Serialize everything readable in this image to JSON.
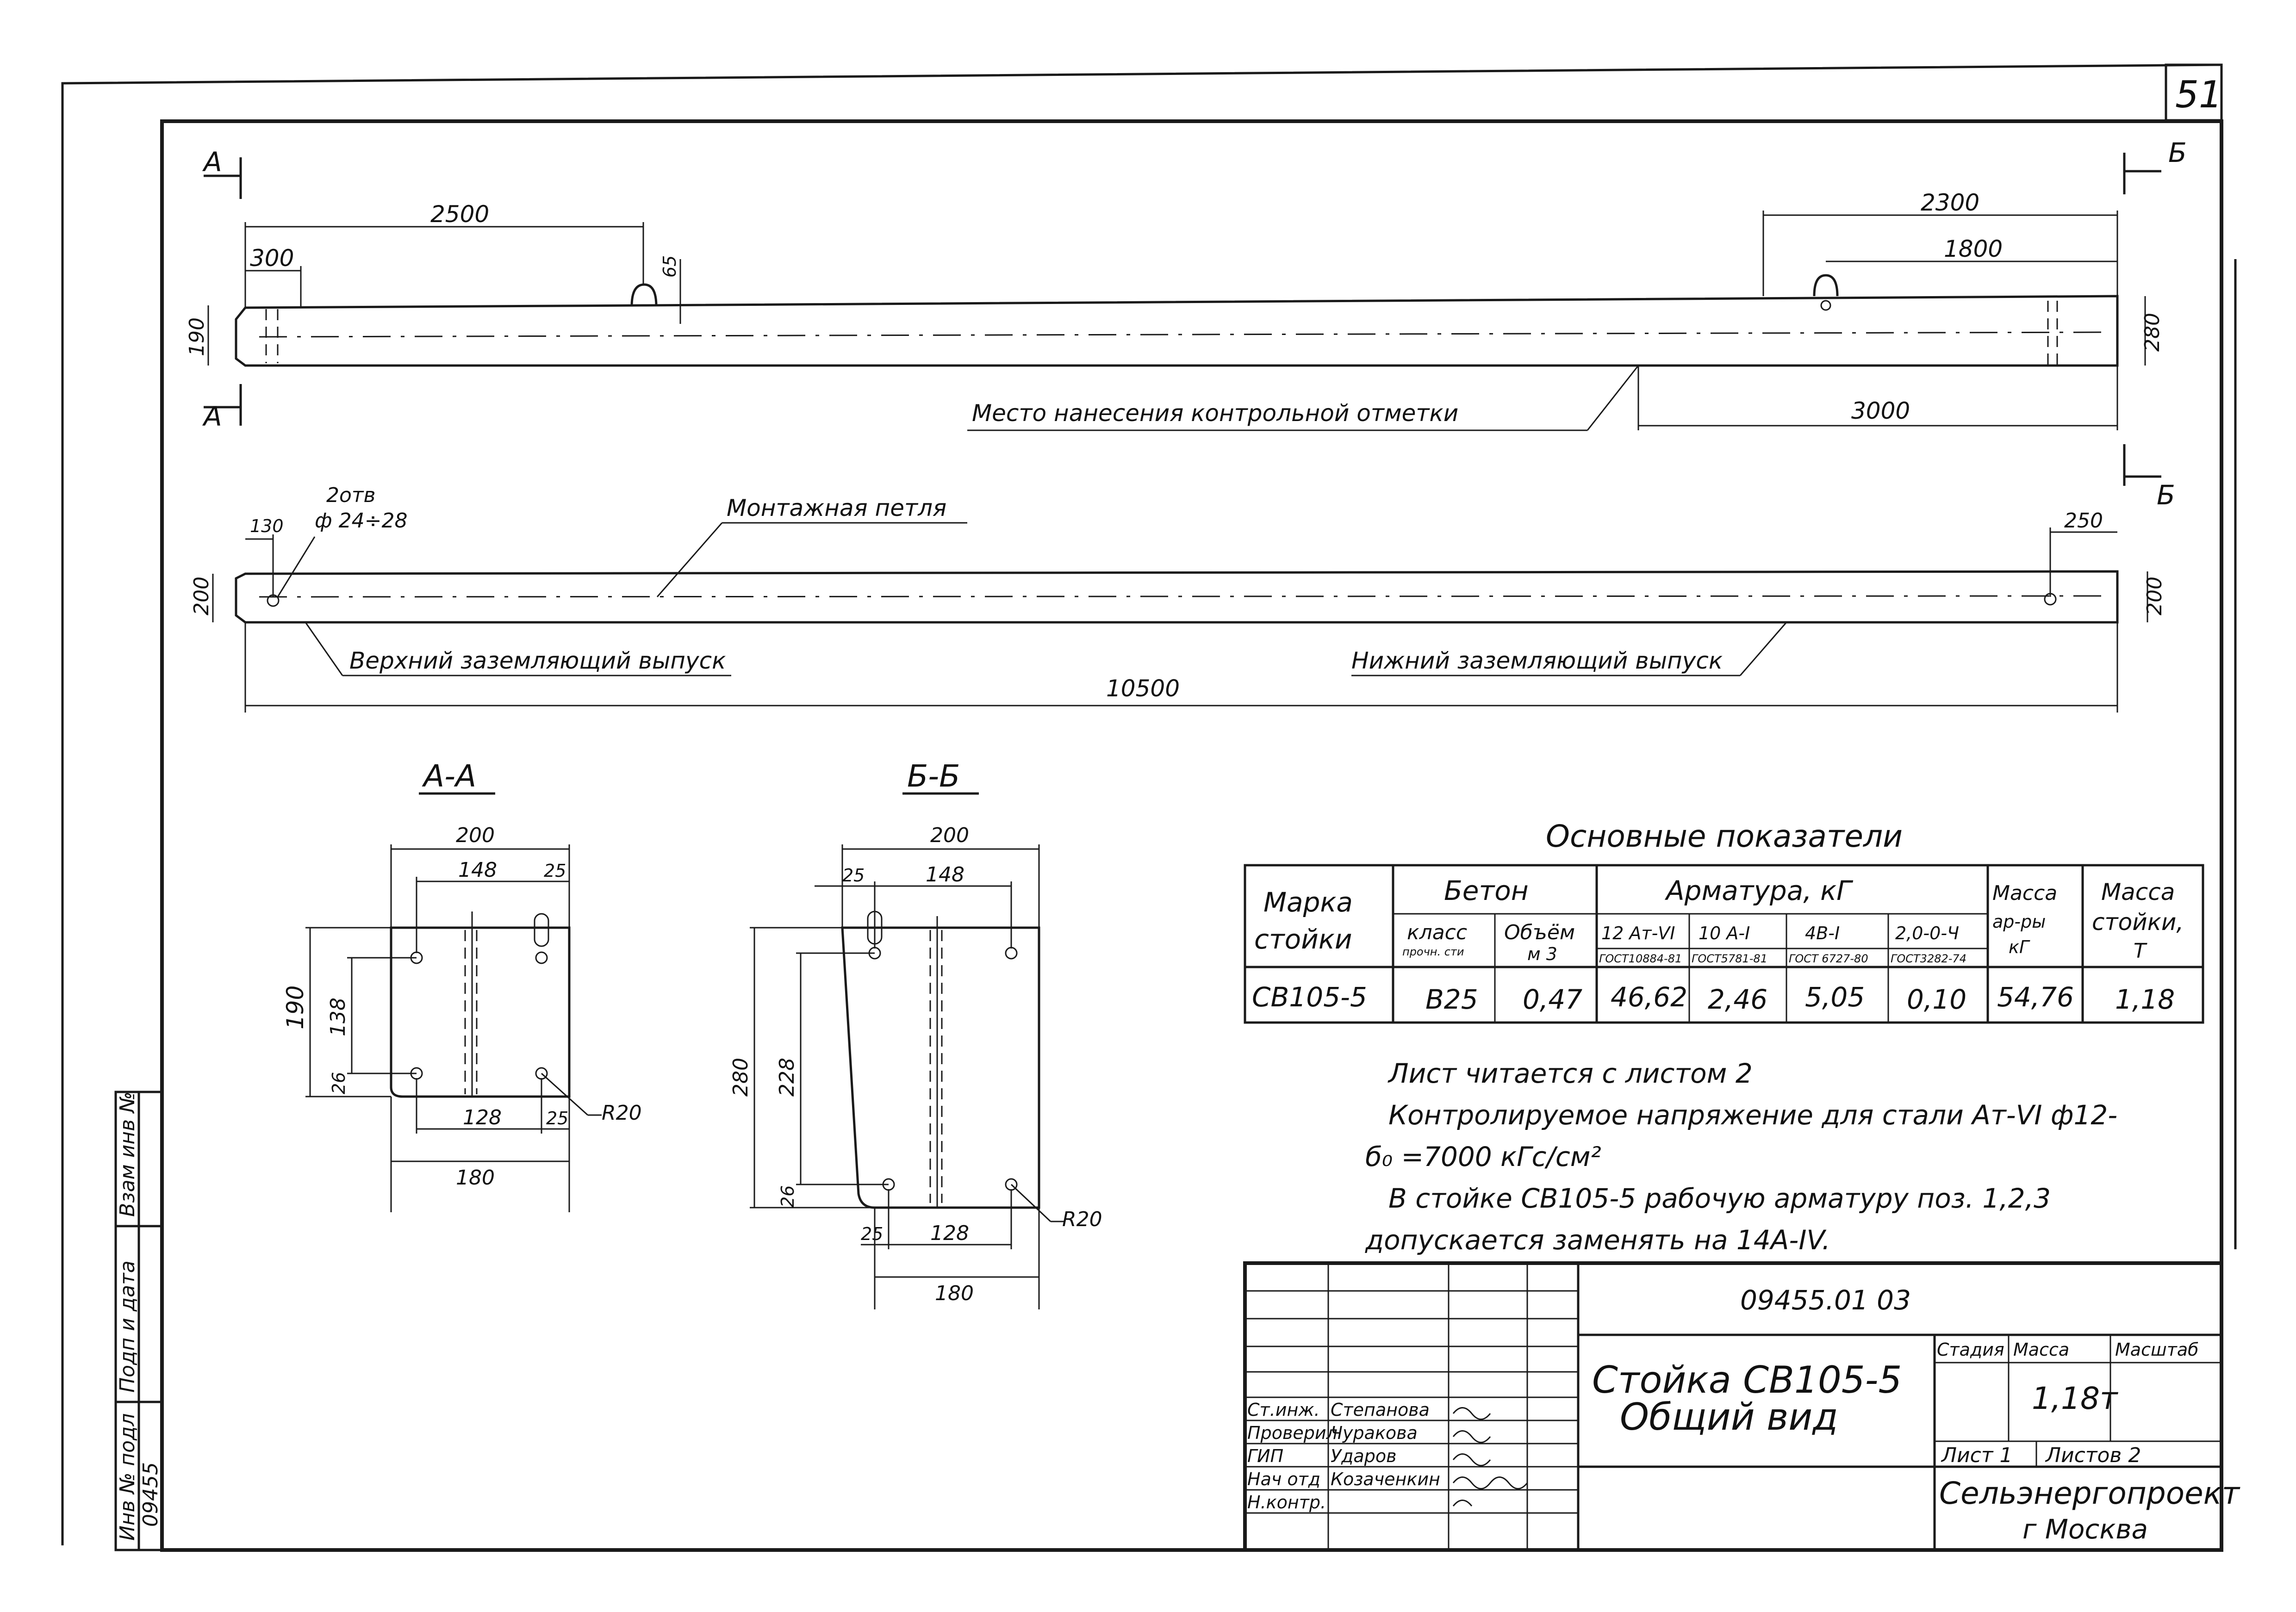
{
  "sheet_number": "51",
  "top_view": {
    "section_a_mark": "А",
    "section_b_mark": "Б",
    "dim_2500": "2500",
    "dim_300": "300",
    "dim_65": "65",
    "dim_190": "190",
    "dim_2300": "2300",
    "dim_1800": "1800",
    "dim_280": "280",
    "dim_3000": "3000",
    "control_mark_label": "Место нанесения контрольной отметки"
  },
  "side_view": {
    "holes_label_1": "2отв",
    "holes_label_2": "ф 24÷28",
    "dim_130": "130",
    "dim_250": "250",
    "dim_200_left": "200",
    "dim_200_right": "200",
    "lifting_loop_label": "Монтажная петля",
    "upper_ground_label": "Верхний заземляющий выпуск",
    "lower_ground_label": "Нижний заземляющий выпуск",
    "dim_10500": "10500"
  },
  "section_aa": {
    "title": "А-А",
    "dim_200": "200",
    "dim_148": "148",
    "dim_25_top": "25",
    "dim_190": "190",
    "dim_138": "138",
    "dim_26": "26",
    "dim_128": "128",
    "dim_25_bottom": "25",
    "dim_180": "180",
    "radius": "R20"
  },
  "section_bb": {
    "title": "Б-Б",
    "dim_200": "200",
    "dim_25_top": "25",
    "dim_148": "148",
    "dim_280": "280",
    "dim_228": "228",
    "dim_26": "26",
    "dim_25_bottom": "25",
    "dim_128": "128",
    "dim_180": "180",
    "radius": "R20"
  },
  "indicators": {
    "title": "Основные показатели",
    "col_mark": "Марка стойки",
    "col_mark_1": "Марка",
    "col_mark_2": "стойки",
    "col_concrete": "Бетон",
    "col_concrete_class_1": "класс",
    "col_concrete_class_2": "прочн. сти",
    "col_concrete_vol_1": "Объём",
    "col_concrete_vol_2": "м 3",
    "col_rebar": "Арматура, кГ",
    "rebar_1": "12 Ат-VI",
    "rebar_1_std": "ГОСТ10884-81",
    "rebar_2": "10 А-I",
    "rebar_2_std": "ГОСТ5781-81",
    "rebar_3": "4В-I",
    "rebar_3_std": "ГОСТ 6727-80",
    "rebar_4": "2,0-0-Ч",
    "rebar_4_std": "ГОСТ3282-74",
    "col_rebar_mass_1": "Масса",
    "col_rebar_mass_2": "ар-ры",
    "col_rebar_mass_3": "кГ",
    "col_pole_mass_1": "Масса",
    "col_pole_mass_2": "стойки,",
    "col_pole_mass_3": "Т",
    "row": {
      "mark": "СВ105-5",
      "class": "В25",
      "volume": "0,47",
      "r1": "46,62",
      "r2": "2,46",
      "r3": "5,05",
      "r4": "0,10",
      "rebar_mass": "54,76",
      "pole_mass": "1,18"
    }
  },
  "notes": {
    "line1": "Лист читается с листом 2",
    "line2": "Контролируемое напряжение для стали Ат-VI ф12-",
    "line3": "б₀ =7000 кГс/см²",
    "line4": "В стойке СВ105-5 рабочую арматуру поз. 1,2,3",
    "line5": "допускается заменять на 14А-IV."
  },
  "title_block": {
    "doc_code": "09455.01 03",
    "title_1": "Стойка СВ105-5",
    "title_2": "Общий вид",
    "stage_label": "Стадия",
    "mass_label": "Масса",
    "scale_label": "Масштаб",
    "mass_value": "1,18т",
    "sheet_label": "Лист 1",
    "sheets_label": "Листов 2",
    "org_1": "Сельэнергопроект",
    "org_2": "г Москва",
    "roles": [
      "Ст.инж.",
      "Проверил",
      "ГИП",
      "Нач отд",
      "Н.контр."
    ],
    "names": [
      "Степанова",
      "Чуракова",
      "Ударов",
      "Козаченкин",
      ""
    ],
    "signatures": [
      "Степ",
      "Чур",
      "Уд",
      "Коз",
      "Нк"
    ]
  },
  "side_stamp": {
    "inv_label": "Инв № подл",
    "inv_value": "09455",
    "sign_date_label": "Подп и дата",
    "replace_label": "Взам инв №"
  }
}
